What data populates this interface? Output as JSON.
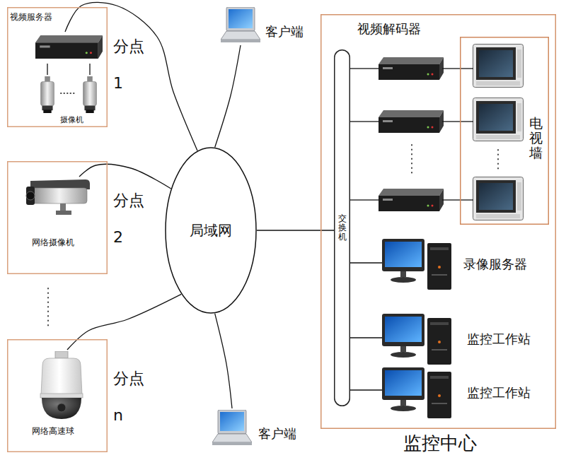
{
  "diagram": {
    "nodes": [
      {
        "text": [
          "分点 1"
        ]
      },
      {
        "text": [
          "视频服务器"
        ],
        "in": 0
      },
      {
        "text": [
          "摄像机"
        ],
        "in": 0
      },
      {
        "text": [
          "分点 2"
        ]
      },
      {
        "text": [
          "网络摄像机"
        ],
        "in": 3
      },
      {
        "text": [
          "分点 n"
        ]
      },
      {
        "text": [
          "网络高速球"
        ],
        "in": 5
      },
      {
        "text": [
          "局域网"
        ]
      },
      {
        "text": [
          "客户端"
        ]
      },
      {
        "text": [
          "客户端"
        ]
      },
      {
        "text": [
          "监控中心"
        ]
      },
      {
        "text": [
          "视频解码器"
        ],
        "in": 10
      },
      {
        "text": [
          "交换机"
        ],
        "in": 10
      },
      {
        "text": [
          "电视墙"
        ],
        "in": 10
      },
      {
        "text": [
          "录像服务器"
        ],
        "in": 10
      },
      {
        "text": [
          "监控工作站"
        ],
        "in": 10
      },
      {
        "text": [
          "监控工作站"
        ],
        "in": 10
      }
    ],
    "edges": [
      {
        "from": 7,
        "to": 1,
        "arrow": "none"
      },
      {
        "from": 1,
        "to": 2,
        "arrow": "none"
      },
      {
        "from": 1,
        "to": 2,
        "arrow": "none"
      },
      {
        "from": 7,
        "to": 4,
        "arrow": "none"
      },
      {
        "from": 7,
        "to": 6,
        "arrow": "none"
      },
      {
        "from": 7,
        "to": 8,
        "arrow": "none"
      },
      {
        "from": 7,
        "to": 9,
        "arrow": "none"
      },
      {
        "from": 7,
        "to": 12,
        "arrow": "none"
      },
      {
        "from": 12,
        "to": 11,
        "arrow": "none"
      },
      {
        "from": 12,
        "to": 11,
        "arrow": "none"
      },
      {
        "from": 12,
        "to": 11,
        "arrow": "none"
      },
      {
        "from": 11,
        "to": 13,
        "arrow": "none"
      },
      {
        "from": 11,
        "to": 13,
        "arrow": "none"
      },
      {
        "from": 11,
        "to": 13,
        "arrow": "none"
      },
      {
        "from": 12,
        "to": 14,
        "arrow": "none"
      },
      {
        "from": 12,
        "to": 15,
        "arrow": "none"
      },
      {
        "from": 12,
        "to": 16,
        "arrow": "none"
      }
    ]
  }
}
